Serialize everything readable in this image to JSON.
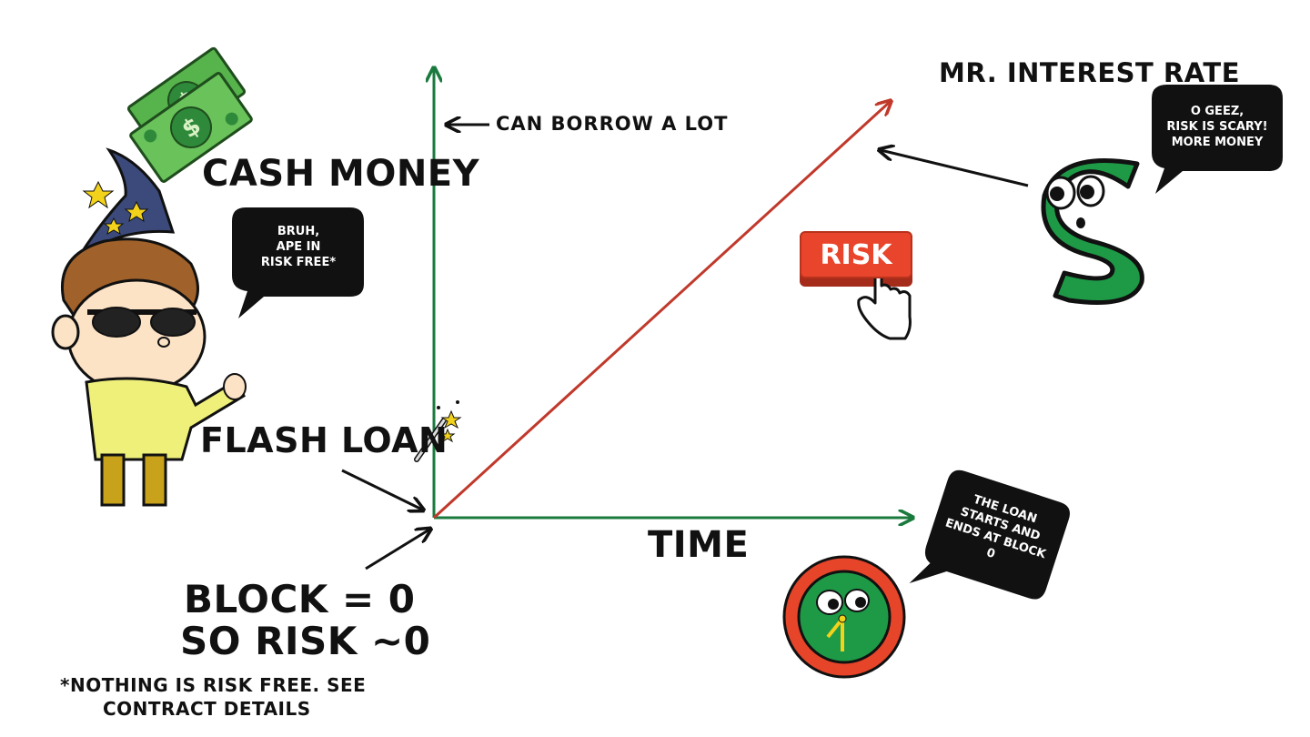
{
  "labels": {
    "y_axis_note": "CAN BORROW A LOT",
    "y_axis_title": "CASH MONEY",
    "x_axis_title": "TIME",
    "flash_loan": "FLASH LOAN",
    "block_line1": "BLOCK = 0",
    "block_line2": "SO RISK ~0",
    "footnote_line1": "*NOTHING IS RISK FREE. SEE",
    "footnote_line2": "CONTRACT DETAILS",
    "interest_rate": "MR. INTEREST RATE",
    "risk_button": "RISK"
  },
  "bubbles": {
    "wizard": [
      "BRUH,",
      "APE IN",
      "RISK FREE*"
    ],
    "dollar": [
      "O GEEZ,",
      "RISK IS SCARY!",
      "MORE MONEY"
    ],
    "clock": [
      "THE LOAN",
      "STARTS AND",
      "ENDS AT BLOCK",
      "0"
    ]
  },
  "colors": {
    "axis": "#1a7a3e",
    "risk_line": "#c0392b",
    "bubble": "#111111",
    "risk_button": "#e8452c",
    "money_green": "#2e9e4a"
  }
}
